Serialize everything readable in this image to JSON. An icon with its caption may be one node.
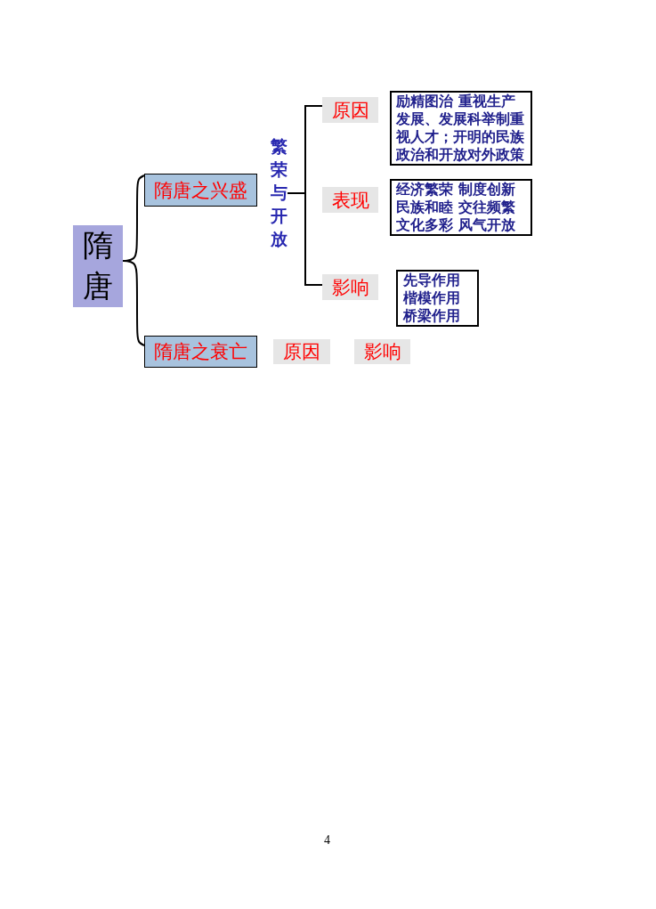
{
  "diagram": {
    "nodes": [
      {
        "text": [
          "隋唐"
        ]
      },
      {
        "text": [
          "隋唐之兴盛"
        ]
      },
      {
        "text": [
          "隋唐之衰亡"
        ]
      },
      {
        "text": [
          "繁荣与开放"
        ]
      },
      {
        "text": [
          "原因"
        ]
      },
      {
        "text": [
          "励精图治 重视生产发展、发展科举制重视人才；开明的民族政治和开放对外政策"
        ]
      },
      {
        "text": [
          "表现"
        ]
      },
      {
        "text": [
          "经济繁荣 制度创新民族和睦 交往频繁文化多彩 风气开放"
        ]
      },
      {
        "text": [
          "影响"
        ]
      },
      {
        "text": [
          "先导作用楷模作用桥梁作用"
        ]
      },
      {
        "text": [
          "原因"
        ]
      },
      {
        "text": [
          "影响"
        ]
      }
    ],
    "edges": [
      {
        "from": 0,
        "to": 1,
        "arrow": "none"
      },
      {
        "from": 0,
        "to": 2,
        "arrow": "none"
      },
      {
        "from": 3,
        "to": 4,
        "arrow": "none"
      },
      {
        "from": 3,
        "to": 8,
        "arrow": "none"
      }
    ],
    "labels": [
      "4"
    ]
  }
}
